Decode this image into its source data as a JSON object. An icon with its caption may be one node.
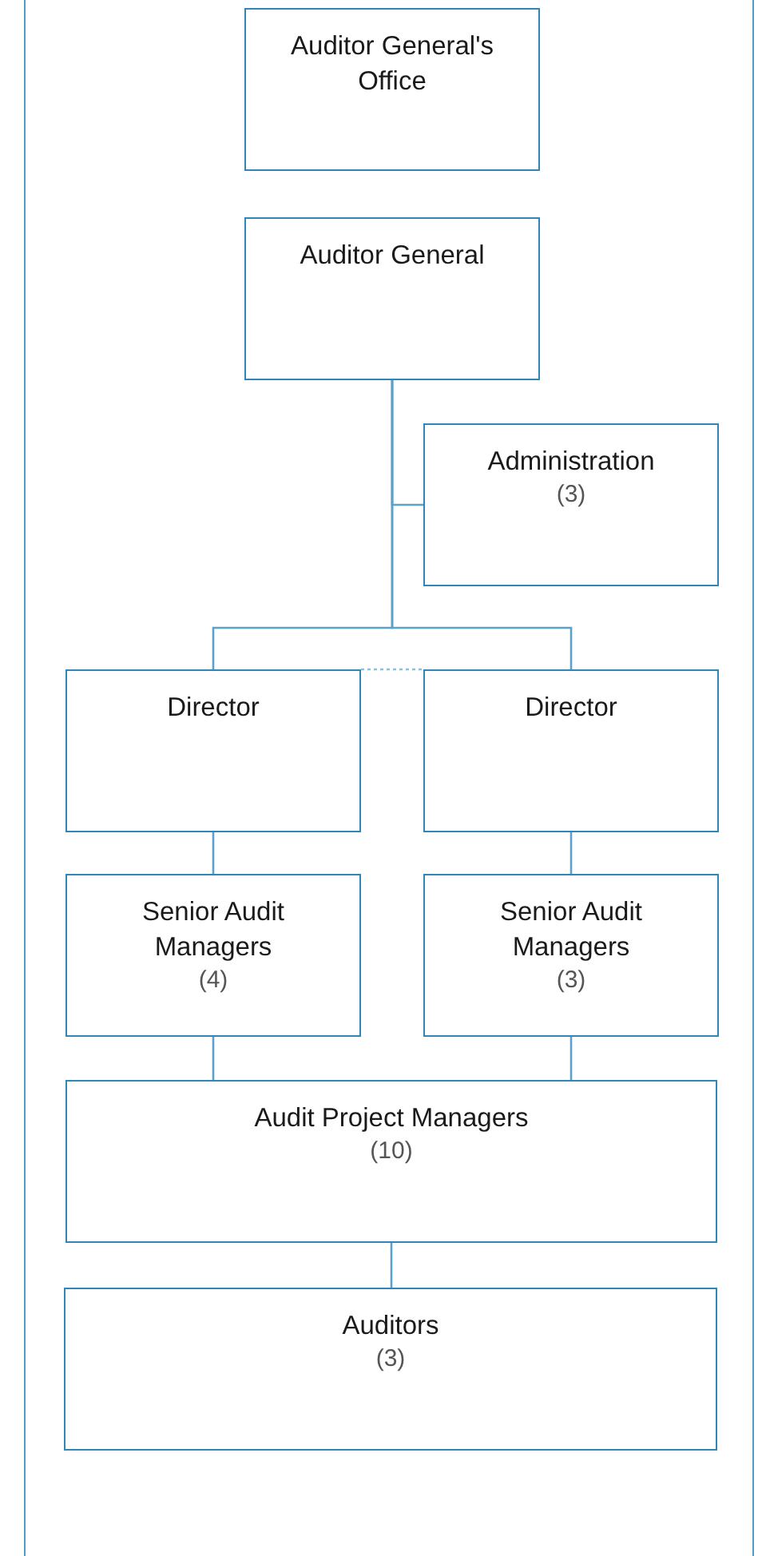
{
  "diagram": {
    "nodes": [
      {
        "text": [
          "Auditor General's Office"
        ]
      },
      {
        "text": [
          "Auditor General"
        ]
      },
      {
        "text": [
          "Administration",
          "(3)"
        ]
      },
      {
        "text": [
          "Director"
        ]
      },
      {
        "text": [
          "Director"
        ]
      },
      {
        "text": [
          "Senior Audit Managers",
          "(4)"
        ]
      },
      {
        "text": [
          "Senior Audit Managers",
          "(3)"
        ]
      },
      {
        "text": [
          "Audit Project Managers",
          "(10)"
        ]
      },
      {
        "text": [
          "Auditors",
          "(3)"
        ]
      }
    ],
    "edges": [
      {
        "from": 1,
        "to": 2,
        "arrow": "none"
      },
      {
        "from": 1,
        "to": 3,
        "arrow": "none"
      },
      {
        "from": 1,
        "to": 4,
        "arrow": "none"
      },
      {
        "from": 3,
        "to": 4,
        "arrow": "none",
        "style": "dashed"
      },
      {
        "from": 3,
        "to": 5,
        "arrow": "none"
      },
      {
        "from": 4,
        "to": 6,
        "arrow": "none"
      },
      {
        "from": 5,
        "to": 7,
        "arrow": "none"
      },
      {
        "from": 6,
        "to": 7,
        "arrow": "none"
      },
      {
        "from": 7,
        "to": 8,
        "arrow": "none"
      }
    ]
  }
}
